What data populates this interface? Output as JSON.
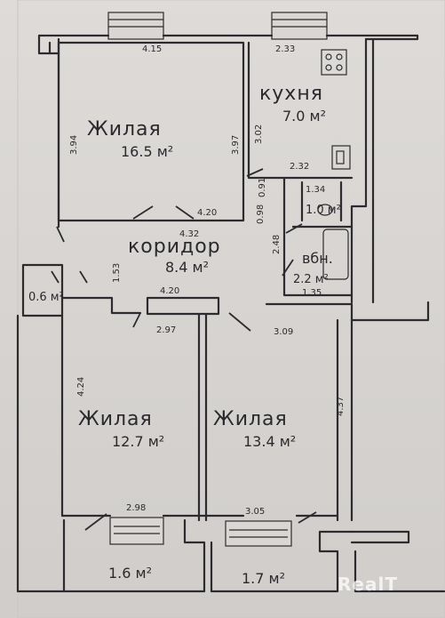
{
  "rooms": {
    "living_top": {
      "name": "Жилая",
      "area": "16.5 м²"
    },
    "kitchen": {
      "name": "кухня",
      "area": "7.0 м²"
    },
    "corridor": {
      "name": "коридор",
      "area": "8.4 м²"
    },
    "bath": {
      "name": "вбн.",
      "area": "2.2 м²"
    },
    "wc": {
      "area": "1.0 м²"
    },
    "closet": {
      "area": "0.6 м²"
    },
    "living_left": {
      "name": "Жилая",
      "area": "12.7 м²"
    },
    "living_right": {
      "name": "Жилая",
      "area": "13.4 м²"
    },
    "balcony_left": {
      "area": "1.6 м²"
    },
    "balcony_right": {
      "area": "1.7 м²"
    }
  },
  "dimensions": {
    "d415": "4.15",
    "d233": "2.33",
    "d394": "3.94",
    "d397": "3.97",
    "d302": "3.02",
    "d232": "2.32",
    "d134": "1.34",
    "d091": "0.91",
    "d098": "0.98",
    "d420a": "4.20",
    "d432": "4.32",
    "d248": "2.48",
    "d153": "1.53",
    "d135": "1.35",
    "d420b": "4.20",
    "d297": "2.97",
    "d309": "3.09",
    "d424": "4.24",
    "d437": "4.37",
    "d298": "2.98",
    "d305": "3.05"
  },
  "watermark": "RealT",
  "colors": {
    "paper": "#d9d6d3",
    "ink": "#2c2c30"
  }
}
